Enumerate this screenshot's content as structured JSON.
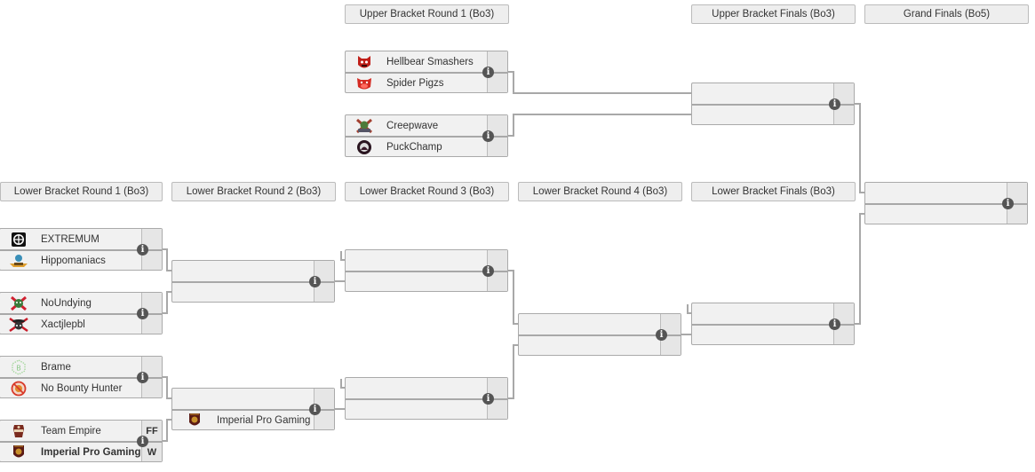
{
  "headers": {
    "ub_r1": "Upper Bracket Round 1 (Bo3)",
    "ub_final": "Upper Bracket Finals (Bo3)",
    "grand_final": "Grand Finals (Bo5)",
    "lb_r1": "Lower Bracket Round 1 (Bo3)",
    "lb_r2": "Lower Bracket Round 2 (Bo3)",
    "lb_r3": "Lower Bracket Round 3 (Bo3)",
    "lb_r4": "Lower Bracket Round 4 (Bo3)",
    "lb_final": "Lower Bracket Finals (Bo3)"
  },
  "info_glyph": "i",
  "matches": {
    "ub1_m1": {
      "top": {
        "name": "Hellbear Smashers",
        "logo": "hellbear-logo",
        "score": ""
      },
      "bottom": {
        "name": "Spider Pigzs",
        "logo": "spider-pigzs-logo",
        "score": ""
      }
    },
    "ub1_m2": {
      "top": {
        "name": "Creepwave",
        "logo": "creepwave-logo",
        "score": ""
      },
      "bottom": {
        "name": "PuckChamp",
        "logo": "puckchamp-logo",
        "score": ""
      }
    },
    "ubf": {
      "top": {
        "name": "",
        "score": ""
      },
      "bottom": {
        "name": "",
        "score": ""
      }
    },
    "gf": {
      "top": {
        "name": "",
        "score": ""
      },
      "bottom": {
        "name": "",
        "score": ""
      }
    },
    "lb1_m1": {
      "top": {
        "name": "EXTREMUM",
        "logo": "extremum-logo",
        "score": ""
      },
      "bottom": {
        "name": "Hippomaniacs",
        "logo": "hippomaniacs-logo",
        "score": ""
      }
    },
    "lb1_m2": {
      "top": {
        "name": "NoUndying",
        "logo": "noundying-logo",
        "score": ""
      },
      "bottom": {
        "name": "Xactjlepbl",
        "logo": "xactjlepbl-logo",
        "score": ""
      }
    },
    "lb1_m3": {
      "top": {
        "name": "Brame",
        "logo": "brame-logo",
        "score": ""
      },
      "bottom": {
        "name": "No Bounty Hunter",
        "logo": "no-bounty-hunter-logo",
        "score": ""
      }
    },
    "lb1_m4": {
      "top": {
        "name": "Team Empire",
        "logo": "team-empire-logo",
        "score": "FF"
      },
      "bottom": {
        "name": "Imperial Pro Gaming",
        "logo": "imperial-pro-gaming-logo",
        "score": "W",
        "winner": true
      }
    },
    "lb2_m1": {
      "top": {
        "name": "",
        "score": ""
      },
      "bottom": {
        "name": "",
        "score": ""
      }
    },
    "lb2_m2": {
      "top": {
        "name": "",
        "score": ""
      },
      "bottom": {
        "name": "Imperial Pro Gaming",
        "logo": "imperial-pro-gaming-logo",
        "score": ""
      }
    },
    "lb3_m1": {
      "top": {
        "name": "",
        "score": ""
      },
      "bottom": {
        "name": "",
        "score": ""
      }
    },
    "lb3_m2": {
      "top": {
        "name": "",
        "score": ""
      },
      "bottom": {
        "name": "",
        "score": ""
      }
    },
    "lb4_m1": {
      "top": {
        "name": "",
        "score": ""
      },
      "bottom": {
        "name": "",
        "score": ""
      }
    },
    "lbf": {
      "top": {
        "name": "",
        "score": ""
      },
      "bottom": {
        "name": "",
        "score": ""
      }
    }
  }
}
